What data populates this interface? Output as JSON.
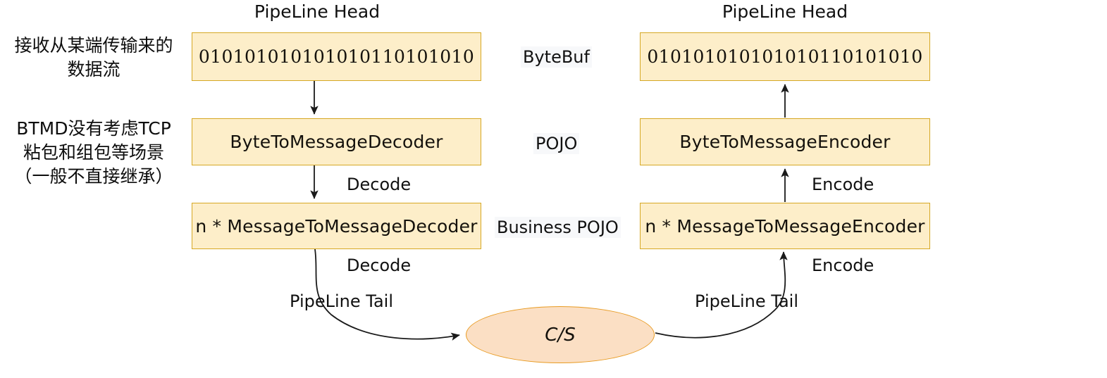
{
  "diagram": {
    "title_left": "PipeLine Head",
    "title_right": "PipeLine Head",
    "notes": {
      "inbound": "接收从某端传输来的\n数据流",
      "btmd": "BTMD没有考虑TCP\n粘包和组包等场景\n（一般不直接继承）"
    },
    "left_column": {
      "head_label": "PipeLine Head",
      "tail_label": "PipeLine Tail",
      "nodes": [
        {
          "id": "inbound-bytes",
          "text": "010101010101010110101010"
        },
        {
          "id": "byte-to-message-decoder",
          "text": "ByteToMessageDecoder"
        },
        {
          "id": "message-to-message-decoder",
          "text": "n * MessageToMessageDecoder"
        }
      ],
      "edges": [
        {
          "id": "bytes-to-btmd",
          "label": ""
        },
        {
          "id": "btmd-to-mtmd",
          "label": "Decode"
        },
        {
          "id": "mtmd-to-cs",
          "label": "Decode"
        }
      ]
    },
    "middle_column": {
      "labels": [
        {
          "id": "bytebuf",
          "text": "ByteBuf"
        },
        {
          "id": "pojo",
          "text": "POJO"
        },
        {
          "id": "business-pojo",
          "text": "Business POJO"
        }
      ],
      "endpoint": {
        "id": "client-server",
        "text": "C/S"
      }
    },
    "right_column": {
      "head_label": "PipeLine Head",
      "tail_label": "PipeLine Tail",
      "nodes": [
        {
          "id": "outbound-bytes",
          "text": "010101010101010110101010"
        },
        {
          "id": "byte-to-message-encoder",
          "text": "ByteToMessageEncoder"
        },
        {
          "id": "message-to-message-encoder",
          "text": "n * MessageToMessageEncoder"
        }
      ],
      "edges": [
        {
          "id": "btme-to-bytes",
          "label": ""
        },
        {
          "id": "mtme-to-btme",
          "label": "Encode"
        },
        {
          "id": "cs-to-mtme",
          "label": "Encode"
        }
      ]
    },
    "colors": {
      "node_fill": "#fdeec9",
      "node_border": "#d6a824",
      "ellipse_fill": "#fbdfc4",
      "ellipse_border": "#e89b22",
      "edge_stroke": "#1a1a1a",
      "text": "#111111",
      "background": "#ffffff"
    }
  }
}
